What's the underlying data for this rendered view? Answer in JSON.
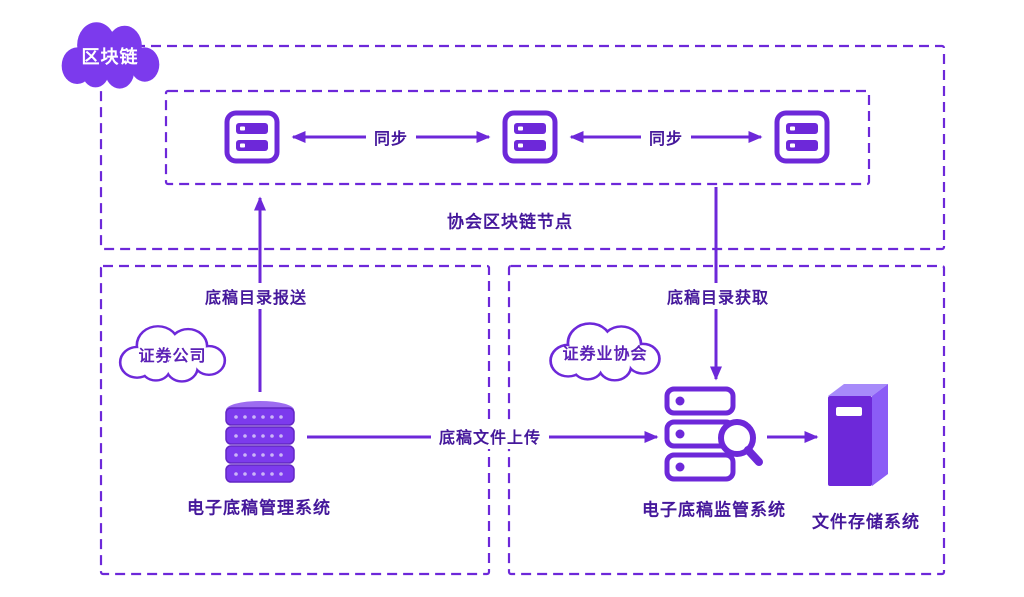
{
  "colors": {
    "accent": "#6D28D9",
    "icon_fill": "#7C3AED",
    "text": "#45189B",
    "background": "#FFFFFF"
  },
  "icons": {
    "blockchain_cloud": "cloud-icon",
    "blockchain_node": "server-icon",
    "management_system": "database-stack-icon",
    "supervision_system": "server-search-icon",
    "storage_system": "storage-cabinet-icon",
    "company_cloud": "cloud-icon",
    "association_cloud": "cloud-icon"
  },
  "blockchain": {
    "cloud_label": "区块链",
    "nodes_caption": "协会区块链节点",
    "sync_labels": [
      "同步",
      "同步"
    ]
  },
  "company_zone": {
    "cloud_label": "证券公司",
    "system_label": "电子底稿管理系统",
    "report_arrow_label": "底稿目录报送"
  },
  "association_zone": {
    "cloud_label": "证券业协会",
    "supervision_label": "电子底稿监管系统",
    "storage_label": "文件存储系统",
    "fetch_arrow_label": "底稿目录获取"
  },
  "upload_arrow_label": "底稿文件上传"
}
